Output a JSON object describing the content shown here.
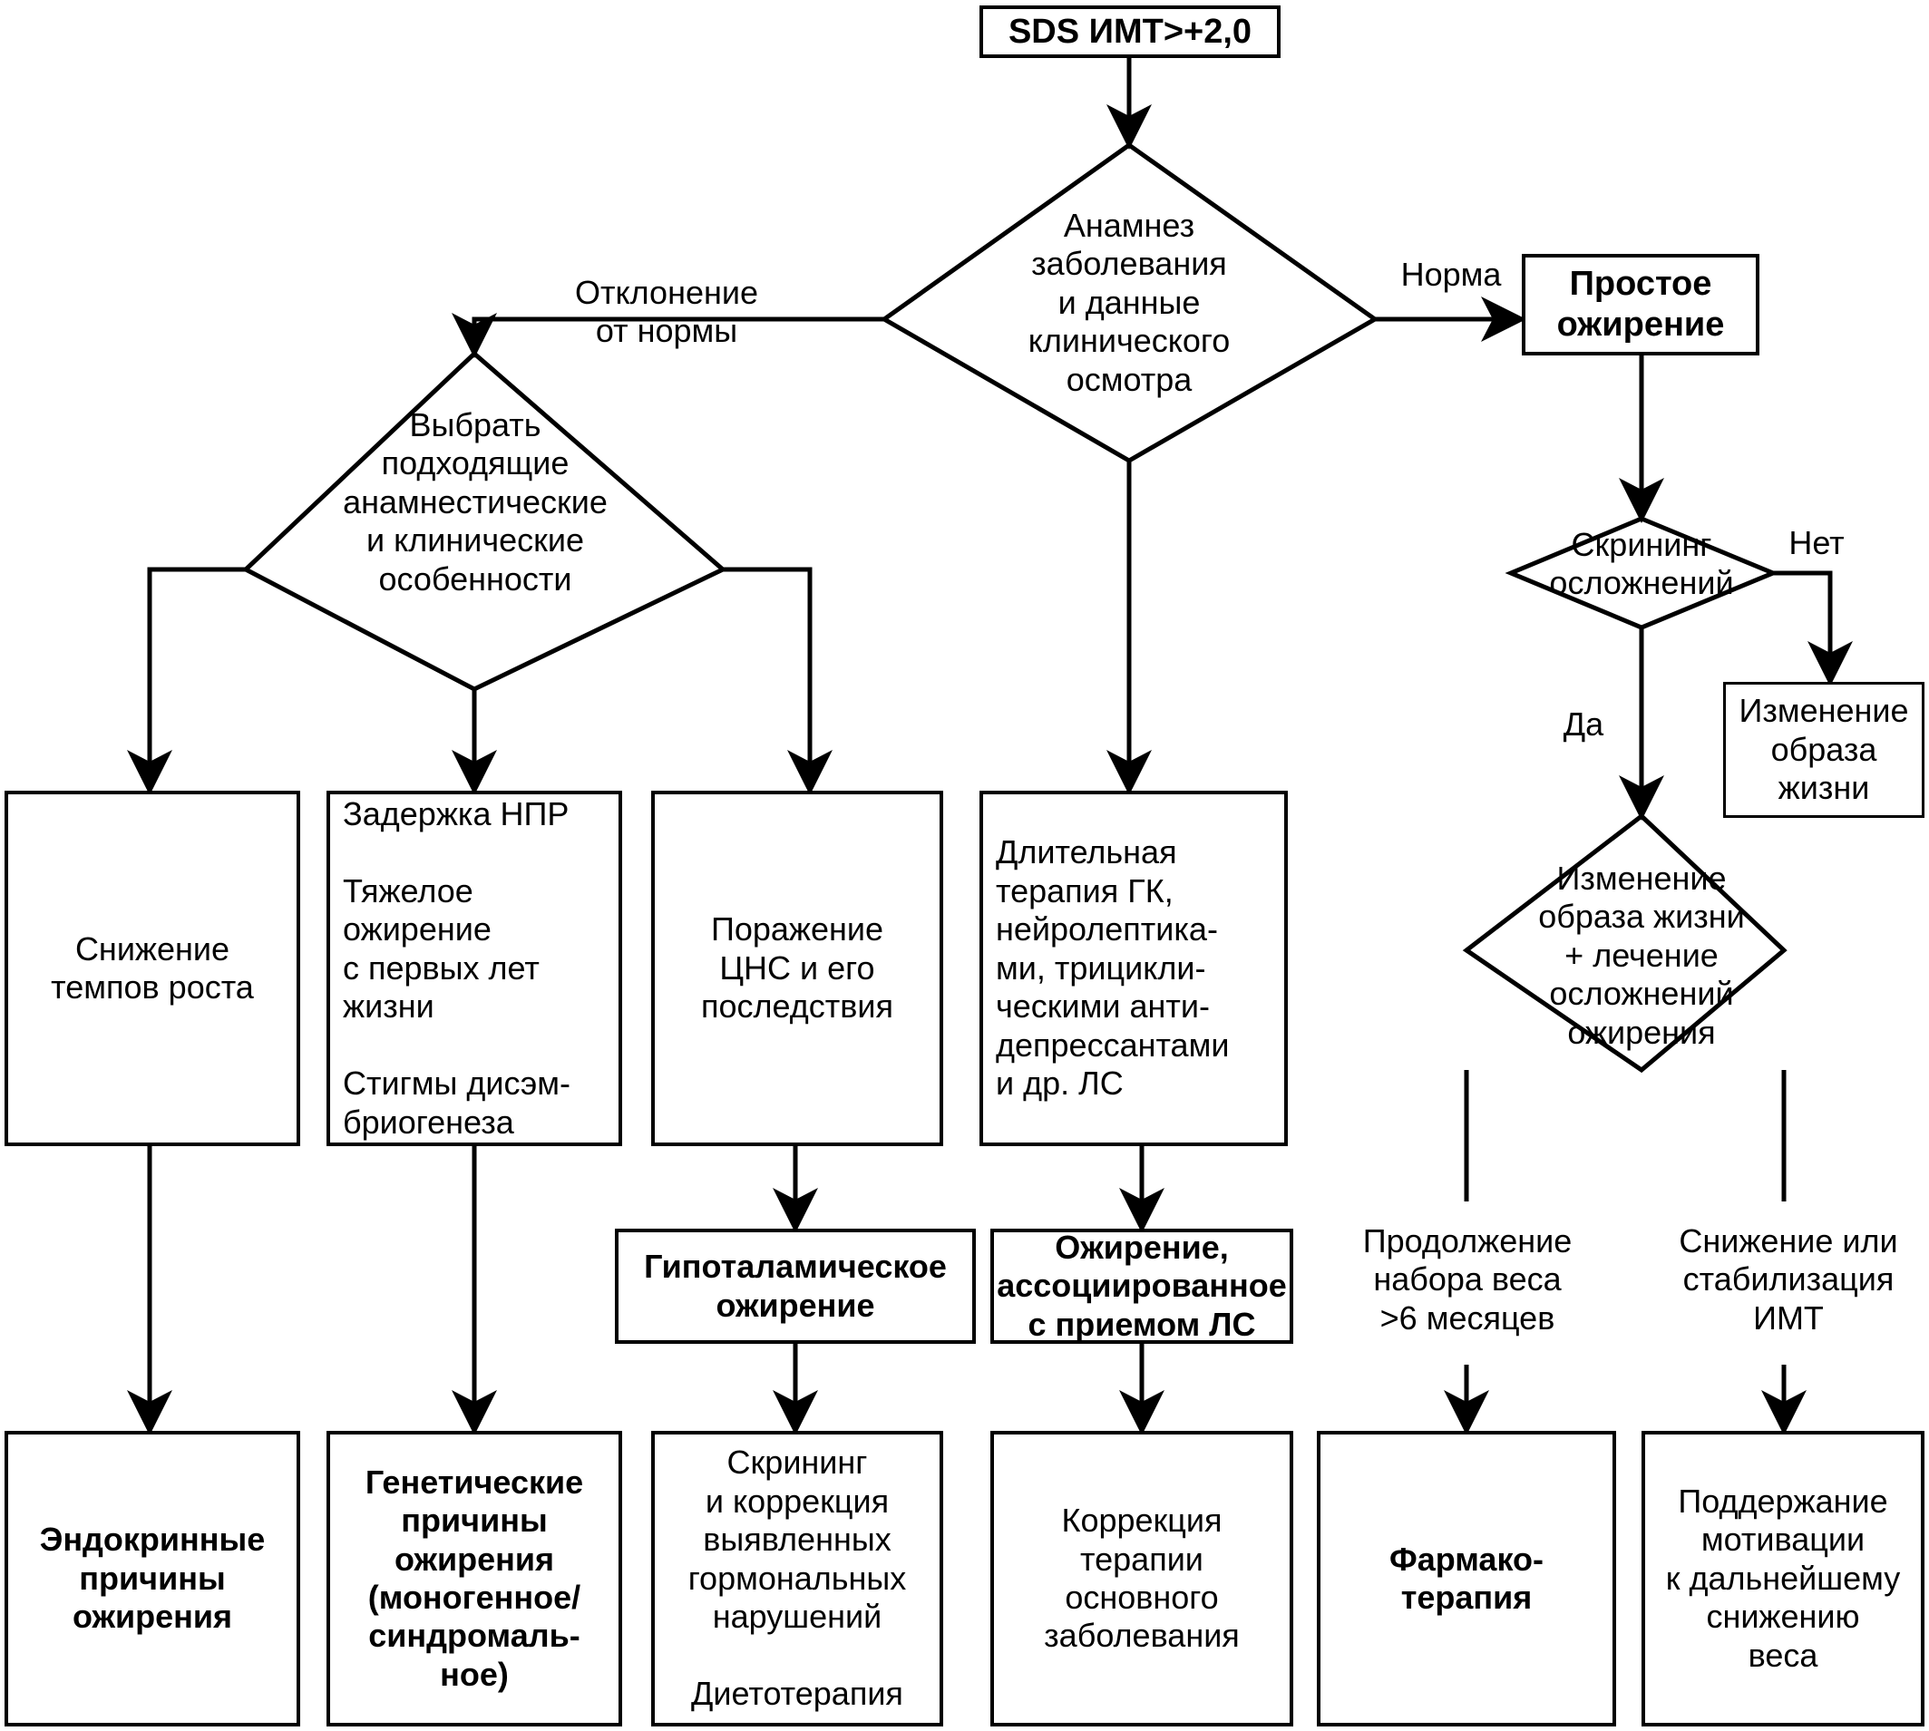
{
  "diagram": {
    "title_node": "SDS ИМТ>+2,0",
    "decision_anamnesis": "Анамнез\nзаболевания\nи данные\nклинического\nосмотра",
    "edge_deviation": "Отклонение\nот нормы",
    "edge_norm": "Норма",
    "node_simple_obesity": "Простое\nожирение",
    "decision_select_features": "Выбрать\nподходящие\nанамнестические\nи клинические\nособенности",
    "decision_screening": "Скрининг\nосложнений",
    "edge_no": "Нет",
    "edge_yes": "Да",
    "node_lifestyle_change": "Изменение\nобраза\nжизни",
    "decision_lifestyle_plus_treatment": "Изменение\nобраза жизни\n+ лечение\nосложнений\nожирения",
    "row_features": [
      "Снижение\nтемпов роста",
      "Задержка НПР\n\nТяжелое\nожирение\nс первых лет\nжизни\n\nСтигмы дисэм-\nбриогенеза",
      "Поражение\nЦНС и его\nпоследствия",
      "Длительная\nтерапия ГК,\nнейролептика-\nми, трицикли-\nческими анти-\nдепрессантами\nи др. ЛС"
    ],
    "node_hypothalamic": "Гипоталамическое\nожирение",
    "node_drug_associated": "Ожирение,\nассоциированное\nс приемом ЛС",
    "edge_weight_gain": "Продолжение\nнабора веса\n>6 месяцев",
    "edge_bmi_reduction": "Снижение или\nстабилизация\nИМТ",
    "row_outcomes": [
      "Эндокринные\nпричины\nожирения",
      "Генетические\nпричины\nожирения\n(моногенное/\nсиндромаль-\nное)",
      "Скрининг\nи коррекция\nвыявленных\nгормональных\nнарушений\n\nДиетотерапия",
      "Коррекция\nтерапии\nосновного\nзаболевания",
      "Фармако-\nтерапия",
      "Поддержание\nмотивации\nк дальнейшему\nснижению\nвеса"
    ]
  },
  "colors": {
    "stroke": "#000000",
    "background": "#ffffff"
  }
}
